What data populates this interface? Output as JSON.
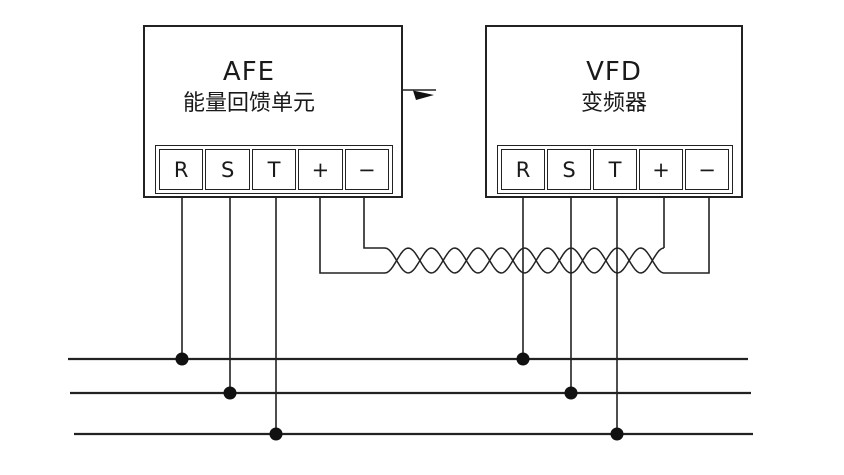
{
  "page": {
    "background": "#ffffff",
    "line_color": "#222222"
  },
  "afe_unit": {
    "title": "AFE",
    "subtitle": "能量回馈单元",
    "terminals": [
      "R",
      "S",
      "T",
      "+",
      "−"
    ]
  },
  "vfd_unit": {
    "title": "VFD",
    "subtitle": "变频器",
    "terminals": [
      "R",
      "S",
      "T",
      "+",
      "−"
    ]
  },
  "icons": {
    "ground": "protective-earth-circle-cross",
    "ground_arrow": "right-down-arrowhead"
  }
}
